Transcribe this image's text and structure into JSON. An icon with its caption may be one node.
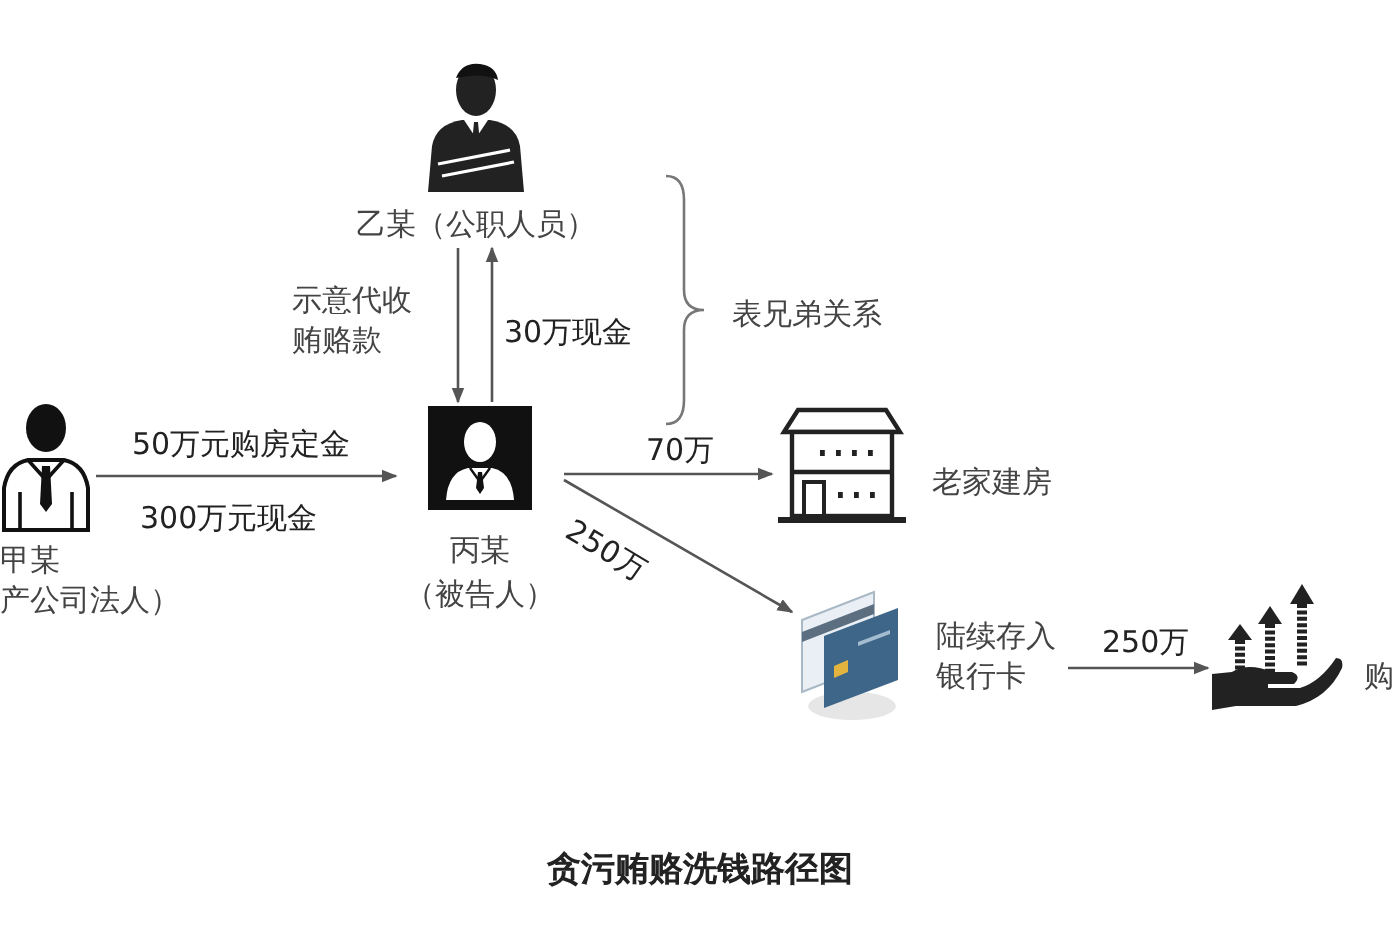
{
  "diagram": {
    "caption": "贪污贿赂洗钱路径图",
    "nodes": [
      {
        "text": [
          "乙某（公职人员）"
        ]
      },
      {
        "text": [],
        "shape": "person",
        "beside": [
          "甲某",
          "产公司法人）"
        ]
      },
      {
        "text": [
          "丙某",
          "（被告人）"
        ]
      },
      {
        "text": [
          "老家建房"
        ]
      },
      {
        "text": [
          "陆续存入银行卡"
        ]
      },
      {
        "text": [
          "购"
        ]
      }
    ],
    "edges": [
      {
        "from": 0,
        "to": 2,
        "arrow": "to",
        "label": "示意代收贿赂款"
      },
      {
        "from": 2,
        "to": 0,
        "arrow": "to",
        "label": "30万现金"
      },
      {
        "from": 1,
        "to": 2,
        "arrow": "to",
        "label": "50万元购房定金"
      },
      {
        "from": 2,
        "to": 3,
        "arrow": "to",
        "label": "70万"
      },
      {
        "from": 2,
        "to": 4,
        "arrow": "to",
        "label": "250万"
      },
      {
        "from": 4,
        "to": 5,
        "arrow": "to",
        "label": "250万"
      }
    ],
    "labels": [
      "表兄弟关系",
      "300万元现金"
    ]
  }
}
